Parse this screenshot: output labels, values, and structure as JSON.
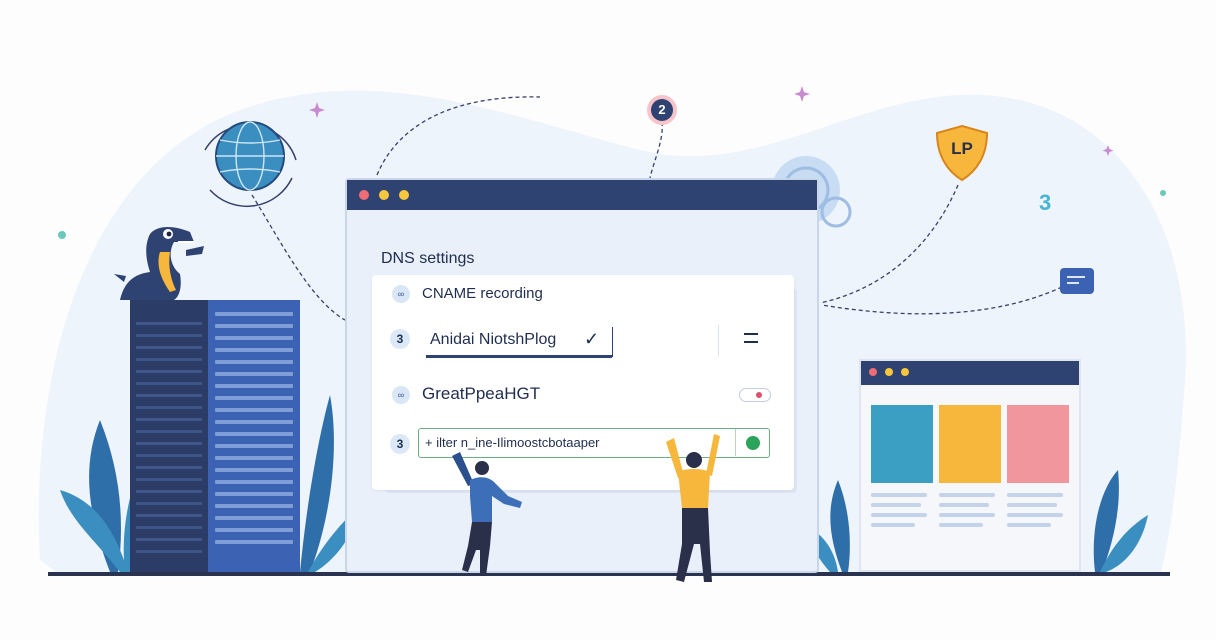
{
  "colors": {
    "navy": "#2f4373",
    "accent_blue": "#3c63b3",
    "accent_yellow": "#f6b73c",
    "accent_pink": "#f2969e",
    "accent_teal": "#3b9fc3",
    "success_green": "#2ba35a",
    "dot_red": "#f06c76",
    "dot_yellow": "#f6c63c"
  },
  "floating": {
    "step_badge": "2",
    "teal_number": "3",
    "shield_label": "LP"
  },
  "main_window": {
    "heading": "DNS settings",
    "rows": [
      {
        "badge": "",
        "icon": "link-icon",
        "label": "CNAME recording"
      },
      {
        "badge": "3",
        "value": "Anidai NiotshPlog",
        "icon": "check-icon",
        "trailing_icon": "menu-icon"
      },
      {
        "badge": "",
        "icon": "link-icon",
        "label": "GreatPpeaHGT",
        "control": "toggle"
      },
      {
        "badge": "3",
        "value": "+ ilter n_ine-Ilimoostcbotaaper",
        "status": "green-dot"
      }
    ]
  },
  "side_window": {
    "tiles": [
      "teal",
      "yellow",
      "pink"
    ]
  },
  "icons": {
    "globe": "globe-icon",
    "shield": "shield-icon",
    "chat": "message-icon",
    "gear": "gear-icon",
    "mascot": "crocodile-mascot",
    "server": "server-rack"
  }
}
